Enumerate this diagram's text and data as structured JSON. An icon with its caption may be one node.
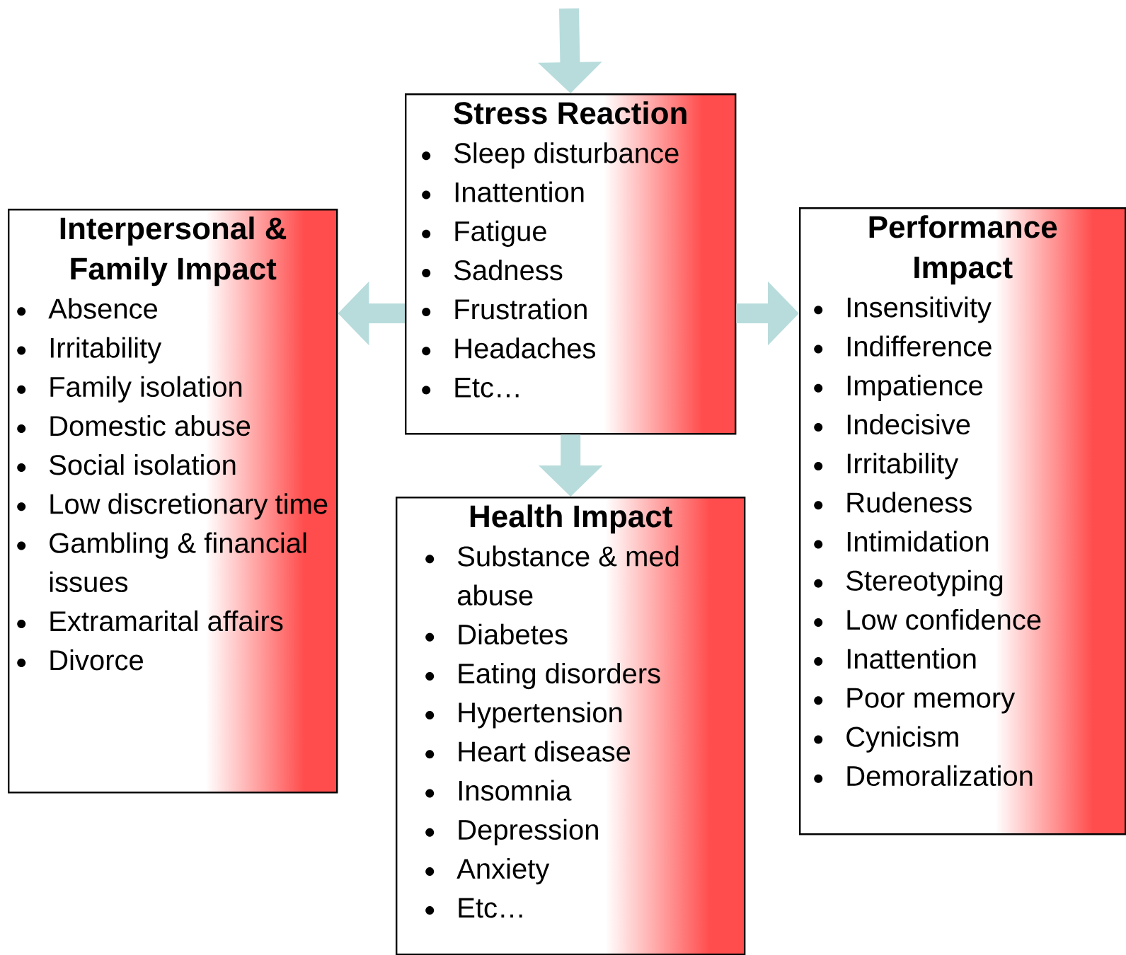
{
  "diagram": {
    "nodes": [
      {
        "text": [
          "Stress Reaction",
          "Sleep disturbance",
          "Inattention",
          "Fatigue",
          "Sadness",
          "Frustration",
          "Headaches",
          "Etc…"
        ]
      },
      {
        "text": [
          "Interpersonal & Family Impact",
          "Absence",
          "Irritability",
          "Family isolation",
          "Domestic abuse",
          "Social isolation",
          "Low discretionary time",
          "Gambling & financial issues",
          "Extramarital affairs",
          "Divorce"
        ]
      },
      {
        "text": [
          "Performance Impact",
          "Insensitivity",
          "Indifference",
          "Impatience",
          "Indecisive",
          "Irritability",
          "Rudeness",
          "Intimidation",
          "Stereotyping",
          "Low confidence",
          "Inattention",
          "Poor memory",
          "Cynicism",
          "Demoralization"
        ]
      },
      {
        "text": [
          "Health Impact",
          "Substance & med abuse",
          "Diabetes",
          "Eating disorders",
          "Hypertension",
          "Heart disease",
          "Insomnia",
          "Depression",
          "Anxiety",
          "Etc…"
        ]
      }
    ],
    "edges": [
      {
        "from": null,
        "to": 0,
        "arrow": "to"
      },
      {
        "from": 0,
        "to": 1,
        "arrow": "to"
      },
      {
        "from": 0,
        "to": 2,
        "arrow": "to"
      },
      {
        "from": 0,
        "to": 3,
        "arrow": "to"
      }
    ]
  }
}
